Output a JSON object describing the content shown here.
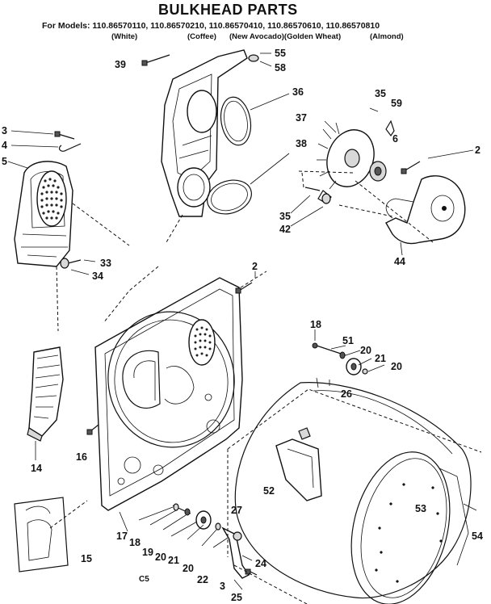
{
  "header": {
    "title": "BULKHEAD PARTS",
    "models_prefix": "For Models: ",
    "models": "110.86570110, 110.86570210, 110.86570410, 110.86570610, 110.86570810",
    "colors": [
      "(White)",
      "(Coffee)",
      "(New Avocado)(Golden Wheat)",
      "(Almond)"
    ]
  },
  "footer": {
    "code": "C5"
  },
  "callouts": {
    "c39": "39",
    "c55": "55",
    "c58": "58",
    "c36": "36",
    "c35a": "35",
    "c59": "59",
    "c37": "37",
    "c38": "38",
    "c6": "6",
    "c2a": "2",
    "c3a": "3",
    "c4": "4",
    "c5": "5",
    "c35b": "35",
    "c42": "42",
    "c44": "44",
    "c33": "33",
    "c34": "34",
    "c2b": "2",
    "c18a": "18",
    "c51": "51",
    "c20a": "20",
    "c21a": "21",
    "c20b": "20",
    "c26": "26",
    "c14": "14",
    "c16": "16",
    "c52": "52",
    "c53": "53",
    "c15": "15",
    "c17": "17",
    "c18b": "18",
    "c19": "19",
    "c20c": "20",
    "c21b": "21",
    "c20d": "20",
    "c27": "27",
    "c24": "24",
    "c22": "22",
    "c3b": "3",
    "c25": "25",
    "c54": "54"
  }
}
